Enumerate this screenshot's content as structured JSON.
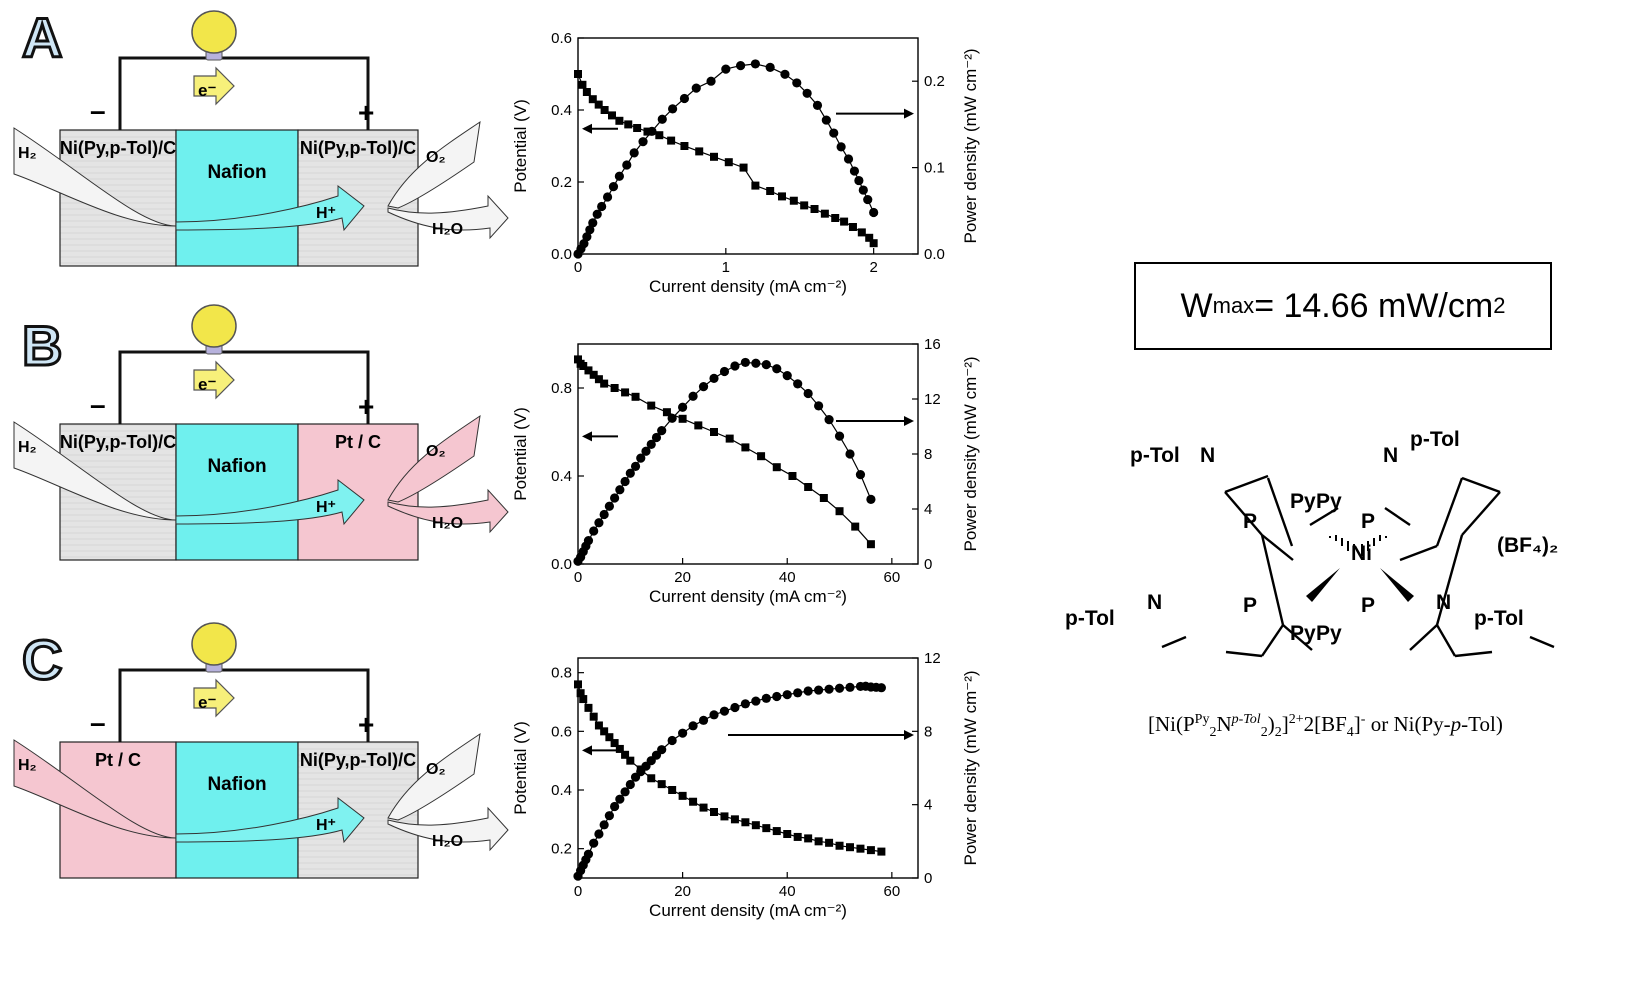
{
  "panels": [
    {
      "letter": "A",
      "cell": {
        "anode_label": "Ni(Py,p-Tol)/C",
        "anode_material_color": "#e4e4e4",
        "membrane_label": "Nafion",
        "cathode_label": "Ni(Py,p-Tol)/C",
        "cathode_material_color": "#e4e4e4",
        "electron_label": "e⁻",
        "minus": "–",
        "plus": "+",
        "h2": "H₂",
        "o2": "O₂",
        "h2o": "H₂O",
        "proton": "H⁺"
      }
    },
    {
      "letter": "B",
      "cell": {
        "anode_label": "Ni(Py,p-Tol)/C",
        "anode_material_color": "#e4e4e4",
        "membrane_label": "Nafion",
        "cathode_label": "Pt / C",
        "cathode_material_color": "#f5c6d0",
        "electron_label": "e⁻",
        "minus": "–",
        "plus": "+",
        "h2": "H₂",
        "o2": "O₂",
        "h2o": "H₂O",
        "proton": "H⁺"
      }
    },
    {
      "letter": "C",
      "cell": {
        "anode_label": "Pt / C",
        "anode_material_color": "#f5c6d0",
        "membrane_label": "Nafion",
        "cathode_label": "Ni(Py,p-Tol)/C",
        "cathode_material_color": "#e4e4e4",
        "electron_label": "e⁻",
        "minus": "–",
        "plus": "+",
        "h2": "H₂",
        "o2": "O₂",
        "h2o": "H₂O",
        "proton": "H⁺"
      }
    }
  ],
  "colors": {
    "nafion": "#6ff0ee",
    "bulb": "#f2e64a",
    "electron_arrow": "#f7f07a",
    "proton_arrow": "#7ff2f0",
    "gas_arrow": "#f0f0f0"
  },
  "chart_data": [
    {
      "type": "line",
      "xlabel": "Current density (mA cm⁻²)",
      "ylabel": "Potential (V)",
      "y2label": "Power density (mW cm⁻²)",
      "xlim": [
        0,
        2.3
      ],
      "ylim": [
        0,
        0.6
      ],
      "y2lim": [
        0,
        0.25
      ],
      "xticks": [
        0,
        1,
        2
      ],
      "yticks": [
        0.0,
        0.2,
        0.4,
        0.6
      ],
      "y2ticks": [
        0.0,
        0.1,
        0.2
      ],
      "series": [
        {
          "axis": "left",
          "marker": "square",
          "x": [
            0,
            0.03,
            0.06,
            0.1,
            0.14,
            0.18,
            0.23,
            0.28,
            0.34,
            0.4,
            0.47,
            0.55,
            0.63,
            0.72,
            0.82,
            0.92,
            1.02,
            1.12,
            1.2,
            1.3,
            1.38,
            1.46,
            1.53,
            1.6,
            1.67,
            1.74,
            1.8,
            1.86,
            1.92,
            1.97,
            2.0
          ],
          "y": [
            0.5,
            0.47,
            0.45,
            0.43,
            0.415,
            0.4,
            0.385,
            0.37,
            0.36,
            0.35,
            0.34,
            0.33,
            0.315,
            0.3,
            0.285,
            0.27,
            0.255,
            0.24,
            0.19,
            0.175,
            0.16,
            0.148,
            0.135,
            0.125,
            0.112,
            0.1,
            0.09,
            0.075,
            0.06,
            0.045,
            0.03
          ]
        },
        {
          "axis": "right",
          "marker": "circle",
          "x": [
            0,
            0.02,
            0.04,
            0.06,
            0.08,
            0.1,
            0.13,
            0.16,
            0.2,
            0.24,
            0.28,
            0.33,
            0.38,
            0.44,
            0.5,
            0.57,
            0.64,
            0.72,
            0.8,
            0.9,
            1.0,
            1.1,
            1.2,
            1.3,
            1.4,
            1.48,
            1.55,
            1.62,
            1.68,
            1.73,
            1.78,
            1.83,
            1.87,
            1.9,
            1.93,
            1.96,
            2.0
          ],
          "y": [
            0.0,
            0.006,
            0.012,
            0.02,
            0.028,
            0.036,
            0.046,
            0.055,
            0.066,
            0.078,
            0.09,
            0.103,
            0.117,
            0.13,
            0.142,
            0.156,
            0.168,
            0.18,
            0.192,
            0.2,
            0.214,
            0.218,
            0.22,
            0.216,
            0.208,
            0.198,
            0.186,
            0.172,
            0.155,
            0.14,
            0.124,
            0.11,
            0.096,
            0.085,
            0.074,
            0.063,
            0.048
          ]
        }
      ]
    },
    {
      "type": "line",
      "xlabel": "Current density (mA cm⁻²)",
      "ylabel": "Potential (V)",
      "y2label": "Power density (mW cm⁻²)",
      "xlim": [
        0,
        65
      ],
      "ylim": [
        0,
        1.0
      ],
      "y2lim": [
        0,
        16
      ],
      "xticks": [
        0,
        20,
        40,
        60
      ],
      "yticks": [
        0.0,
        0.4,
        0.8
      ],
      "y2ticks": [
        0,
        4,
        8,
        12,
        16
      ],
      "series": [
        {
          "axis": "left",
          "marker": "square",
          "x": [
            0,
            0.5,
            1,
            2,
            3,
            4,
            5,
            7,
            9,
            11,
            14,
            17,
            20,
            23,
            26,
            29,
            32,
            35,
            38,
            41,
            44,
            47,
            50,
            53,
            56
          ],
          "y": [
            0.93,
            0.91,
            0.9,
            0.88,
            0.86,
            0.84,
            0.82,
            0.8,
            0.78,
            0.76,
            0.72,
            0.69,
            0.66,
            0.63,
            0.6,
            0.57,
            0.53,
            0.49,
            0.44,
            0.4,
            0.35,
            0.3,
            0.24,
            0.17,
            0.09
          ]
        },
        {
          "axis": "right",
          "marker": "circle",
          "x": [
            0,
            0.5,
            1,
            1.5,
            2,
            3,
            4,
            5,
            6,
            7,
            8,
            9,
            10,
            11,
            12,
            13,
            14,
            15,
            16,
            18,
            20,
            22,
            24,
            26,
            28,
            30,
            32,
            34,
            36,
            38,
            40,
            42,
            44,
            46,
            48,
            50,
            52,
            54,
            56
          ],
          "y": [
            0.2,
            0.5,
            0.9,
            1.3,
            1.7,
            2.4,
            3.0,
            3.6,
            4.2,
            4.8,
            5.4,
            6.0,
            6.6,
            7.1,
            7.7,
            8.2,
            8.7,
            9.2,
            9.7,
            10.6,
            11.4,
            12.2,
            12.9,
            13.5,
            14.0,
            14.4,
            14.66,
            14.6,
            14.5,
            14.2,
            13.7,
            13.1,
            12.4,
            11.5,
            10.5,
            9.3,
            8.0,
            6.5,
            4.7
          ]
        }
      ]
    },
    {
      "type": "line",
      "xlabel": "Current density (mA cm⁻²)",
      "ylabel": "Potential (V)",
      "y2label": "Power density (mW cm⁻²)",
      "xlim": [
        0,
        65
      ],
      "ylim": [
        0.1,
        0.85
      ],
      "y2lim": [
        0,
        12
      ],
      "xticks": [
        0,
        20,
        40,
        60
      ],
      "yticks": [
        0.2,
        0.4,
        0.6,
        0.8
      ],
      "y2ticks": [
        0,
        4,
        8,
        12
      ],
      "series": [
        {
          "axis": "left",
          "marker": "square",
          "x": [
            0,
            0.5,
            1,
            2,
            3,
            4,
            5,
            6,
            7,
            8,
            9,
            10,
            12,
            14,
            16,
            18,
            20,
            22,
            24,
            26,
            28,
            30,
            32,
            34,
            36,
            38,
            40,
            42,
            44,
            46,
            48,
            50,
            52,
            54,
            56,
            58
          ],
          "y": [
            0.76,
            0.73,
            0.71,
            0.68,
            0.65,
            0.62,
            0.6,
            0.58,
            0.56,
            0.54,
            0.52,
            0.5,
            0.47,
            0.44,
            0.42,
            0.4,
            0.38,
            0.36,
            0.34,
            0.325,
            0.31,
            0.3,
            0.29,
            0.28,
            0.27,
            0.26,
            0.25,
            0.24,
            0.235,
            0.225,
            0.22,
            0.21,
            0.205,
            0.2,
            0.195,
            0.19
          ]
        },
        {
          "axis": "right",
          "marker": "circle",
          "x": [
            0,
            0.5,
            1,
            1.5,
            2,
            3,
            4,
            5,
            6,
            7,
            8,
            9,
            10,
            11,
            12,
            13,
            14,
            15,
            16,
            18,
            20,
            22,
            24,
            26,
            28,
            30,
            32,
            34,
            36,
            38,
            40,
            42,
            44,
            46,
            48,
            50,
            52,
            54,
            55,
            56,
            57,
            58
          ],
          "y": [
            0.1,
            0.4,
            0.7,
            1.0,
            1.3,
            1.9,
            2.4,
            2.9,
            3.4,
            3.9,
            4.3,
            4.7,
            5.1,
            5.5,
            5.8,
            6.1,
            6.4,
            6.7,
            7.0,
            7.5,
            7.9,
            8.3,
            8.6,
            8.9,
            9.1,
            9.3,
            9.5,
            9.65,
            9.8,
            9.9,
            10.0,
            10.1,
            10.2,
            10.25,
            10.3,
            10.35,
            10.4,
            10.45,
            10.46,
            10.42,
            10.4,
            10.38
          ]
        }
      ]
    }
  ],
  "wmax": {
    "prefix": "W",
    "subscript": "max",
    "value": " = 14.66 mW/cm",
    "superscript": "2"
  },
  "structure": {
    "counterion": "(BF₄)₂",
    "labels": {
      "ptol": "p-Tol",
      "n": "N",
      "p": "P",
      "py": "Py",
      "ni": "Ni"
    }
  },
  "formula": {
    "part1": "[Ni(P",
    "sup1": "Py",
    "sub1": "2",
    "part2": "N",
    "sup2": "p-Tol",
    "sub2": "2",
    "part3": ")",
    "sub3": "2",
    "part4": "]",
    "sup3": "2+",
    "part5": "2[BF",
    "sub4": "4",
    "part6": "]",
    "sup4": "-",
    "part7": "  or Ni(Py-",
    "italic": "p",
    "part8": "-Tol)"
  }
}
